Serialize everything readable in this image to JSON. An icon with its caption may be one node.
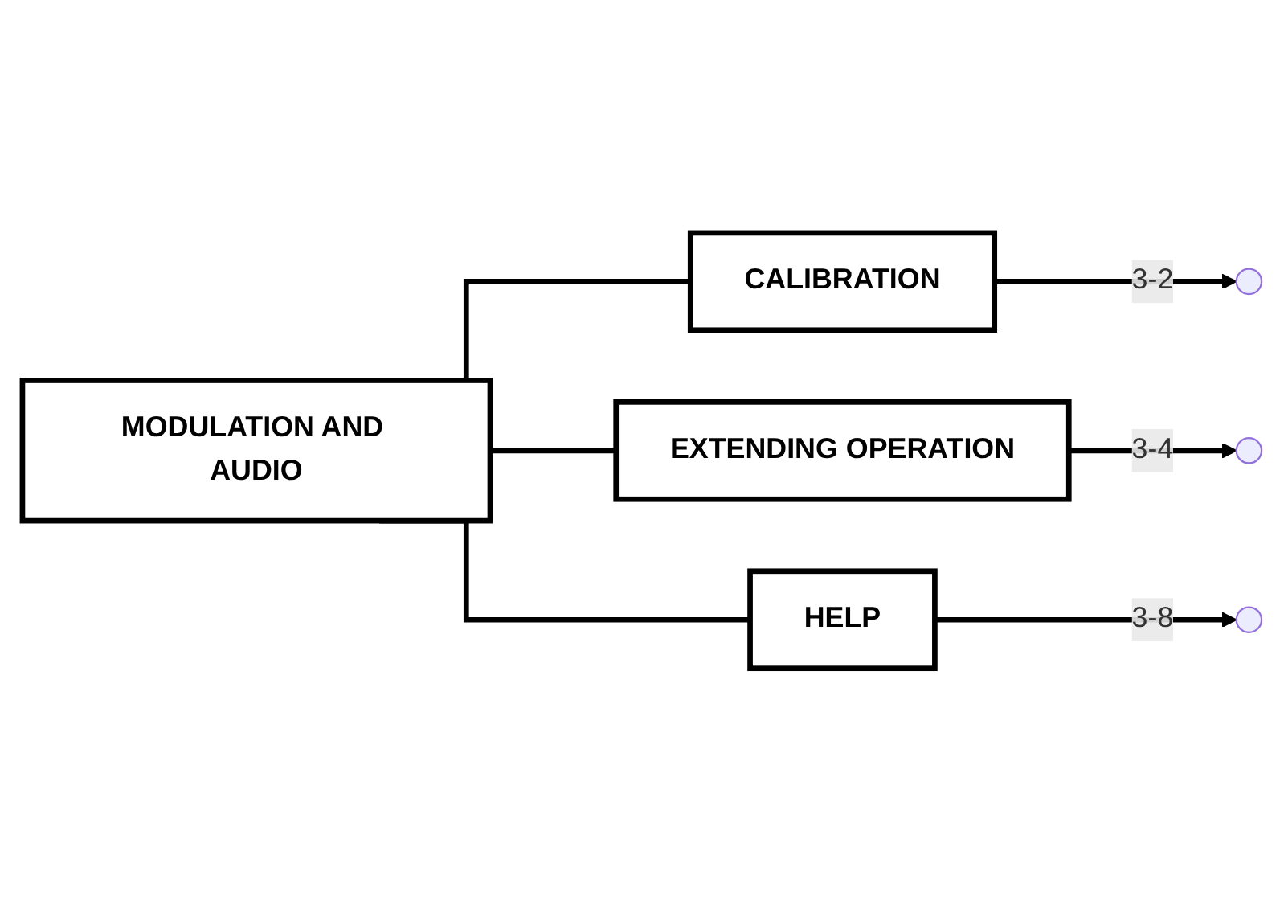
{
  "diagram": {
    "nodes": [
      {
        "text": [
          "MODULATION AND AUDIO"
        ]
      },
      {
        "text": [
          "CALIBRATION"
        ]
      },
      {
        "text": [
          "EXTENDING OPERATION"
        ]
      },
      {
        "text": [
          "HELP"
        ]
      }
    ],
    "edges": [
      {
        "from": 0,
        "to": 1,
        "arrow": "none"
      },
      {
        "from": 0,
        "to": 2,
        "arrow": "none"
      },
      {
        "from": 0,
        "to": 3,
        "arrow": "none"
      },
      {
        "from": 1,
        "to": null,
        "arrow": "to",
        "label": "3-2"
      },
      {
        "from": 2,
        "to": null,
        "arrow": "to",
        "label": "3-4"
      },
      {
        "from": 3,
        "to": null,
        "arrow": "to",
        "label": "3-8"
      }
    ]
  }
}
